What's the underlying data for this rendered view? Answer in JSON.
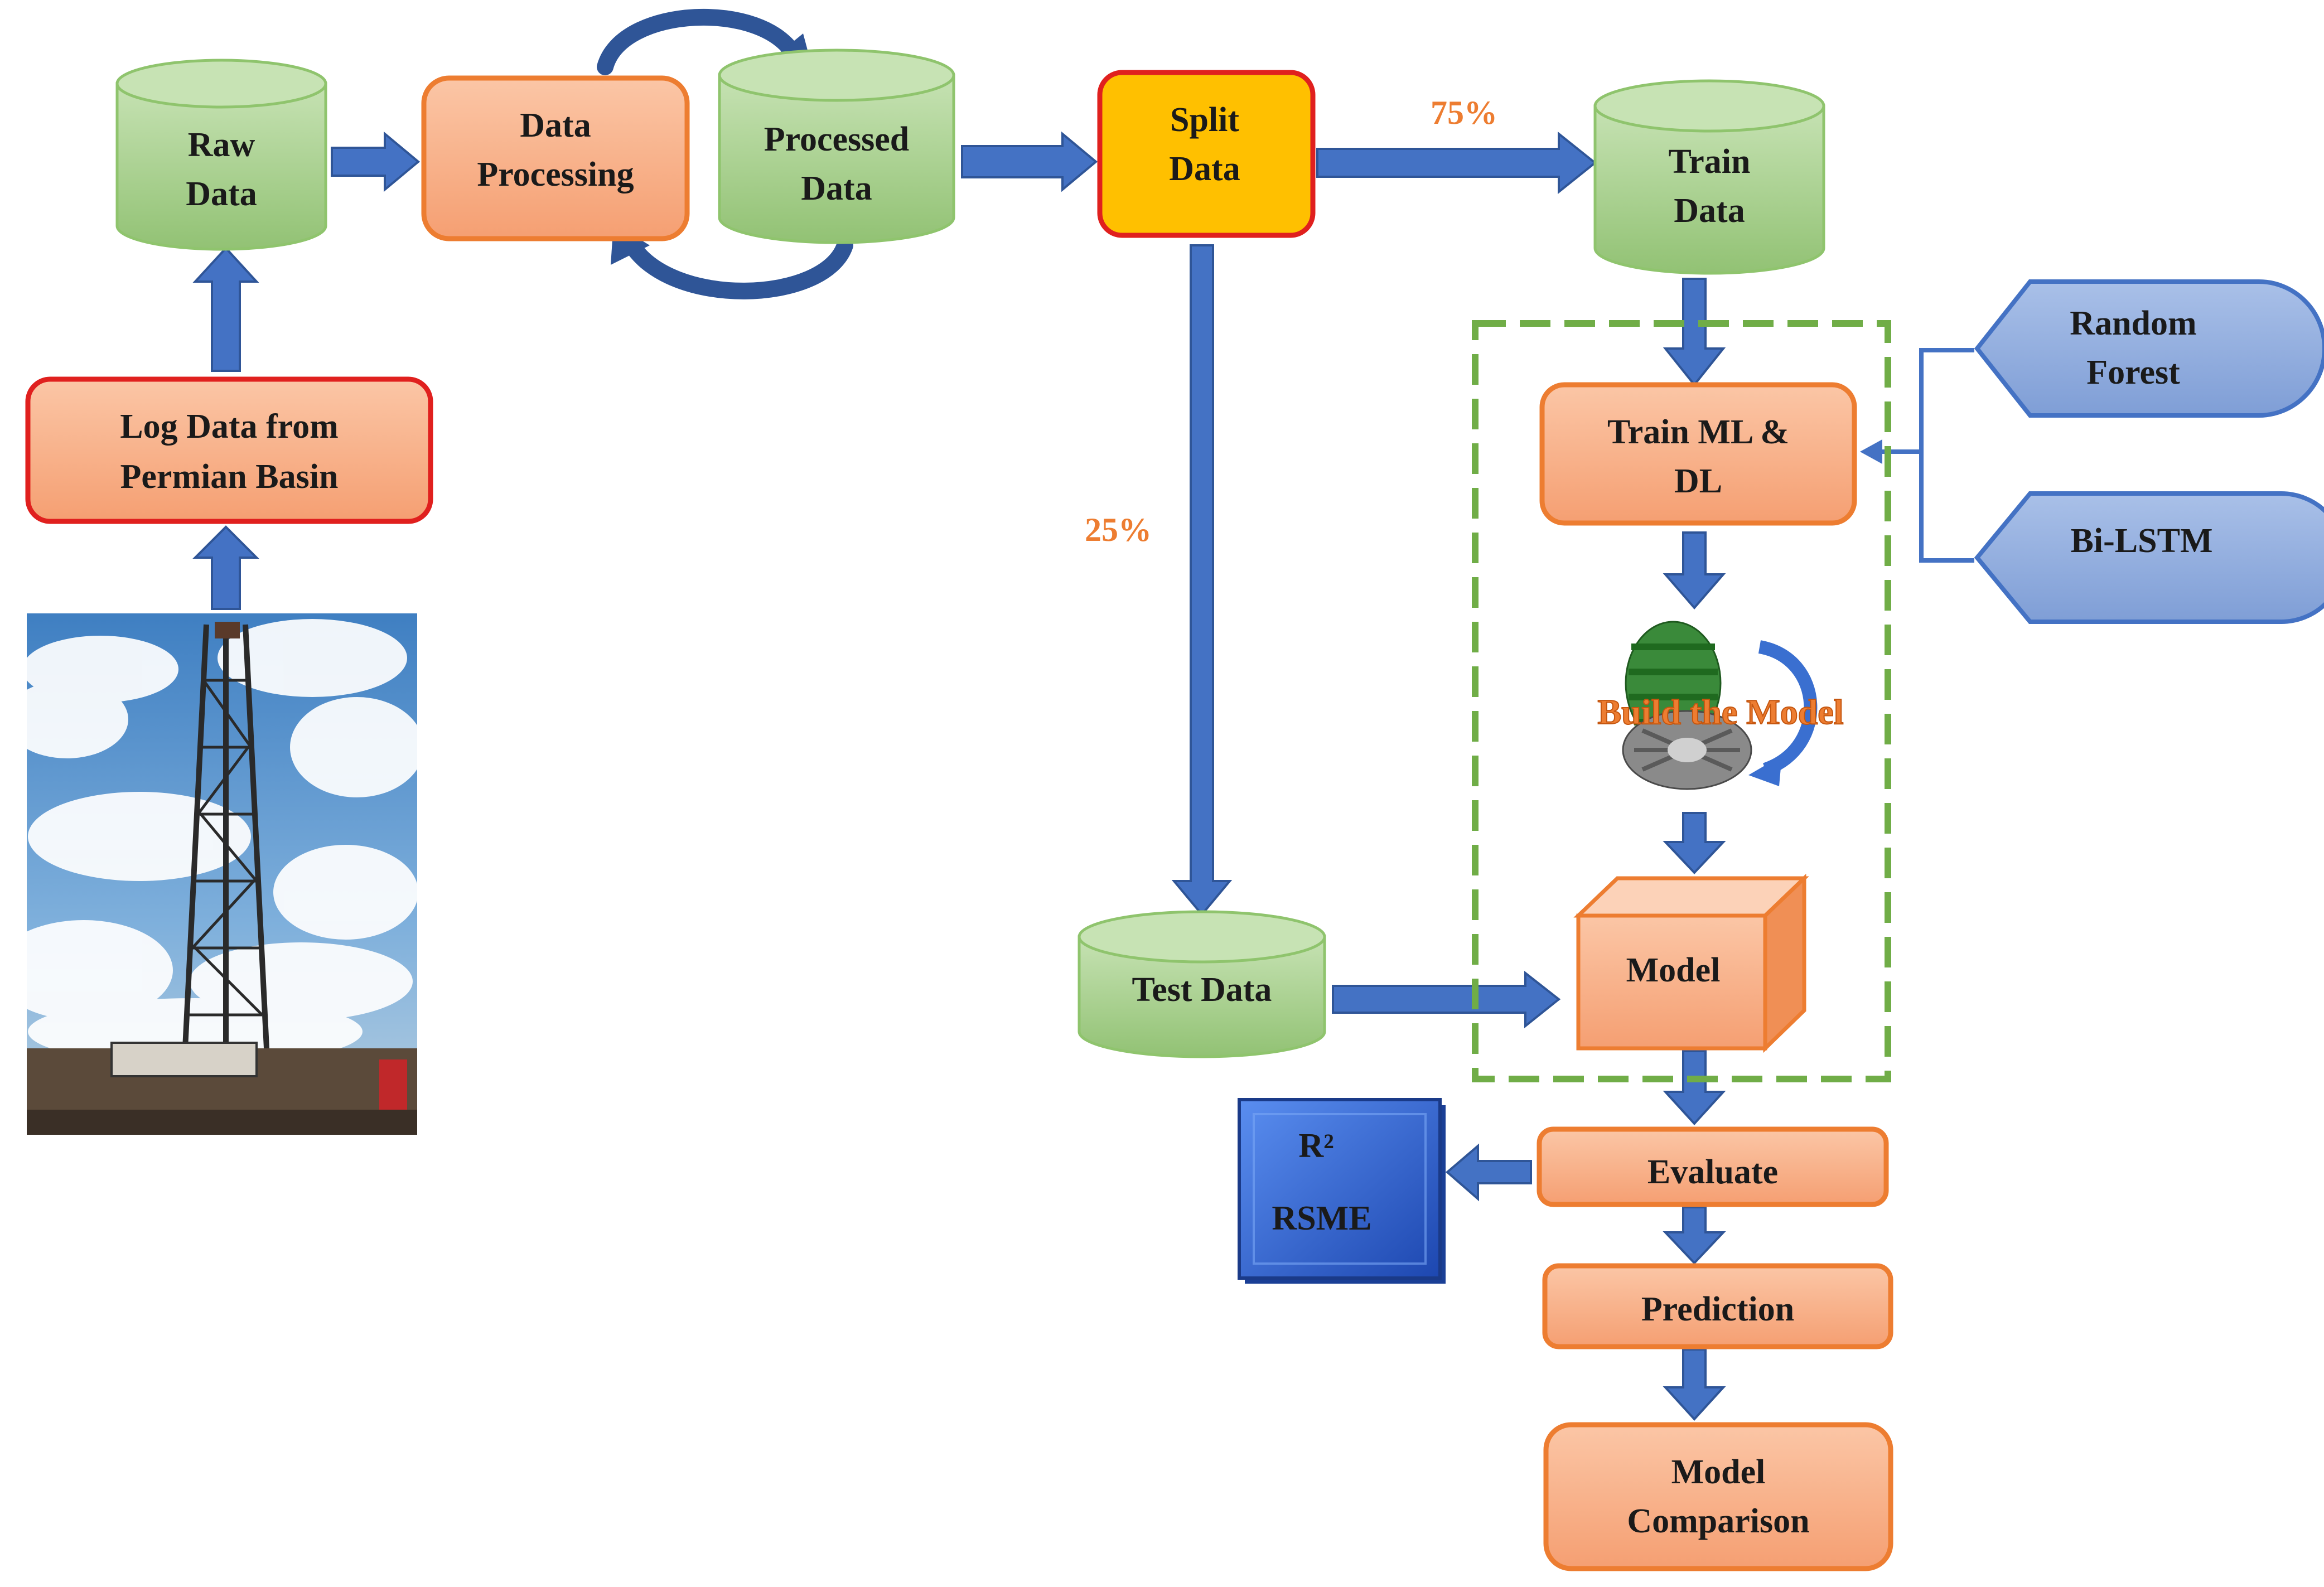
{
  "nodes": {
    "log_data": [
      "Log Data from",
      "Permian Basin"
    ],
    "raw_data": [
      "Raw",
      "Data"
    ],
    "data_processing": [
      "Data",
      "Processing"
    ],
    "processed_data": [
      "Processed",
      "Data"
    ],
    "split_data": [
      "Split",
      "Data"
    ],
    "train_data": [
      "Train",
      "Data"
    ],
    "test_data": [
      "Test Data"
    ],
    "train_ml_dl": [
      "Train ML &",
      "DL"
    ],
    "build_model": "Build the Model",
    "model": "Model",
    "evaluate": "Evaluate",
    "prediction": "Prediction",
    "model_comparison": [
      "Model",
      "Comparison"
    ],
    "random_forest": [
      "Random",
      "Forest"
    ],
    "bi_lstm": "Bi-LSTM",
    "metrics": [
      "R²",
      "RSME"
    ]
  },
  "edges": {
    "train_split": "75%",
    "test_split": "25%"
  },
  "colors": {
    "cylinder_green": "#a9d18e",
    "orange_box": "#f8b08a",
    "orange_border": "#ed7d31",
    "red_border": "#e0201e",
    "split_fill": "#ffc000",
    "arrow_blue": "#4472c4",
    "model_pentagon": "#8faadc",
    "metrics_box": "#2e5fc9",
    "dashed_green": "#70ad47"
  }
}
